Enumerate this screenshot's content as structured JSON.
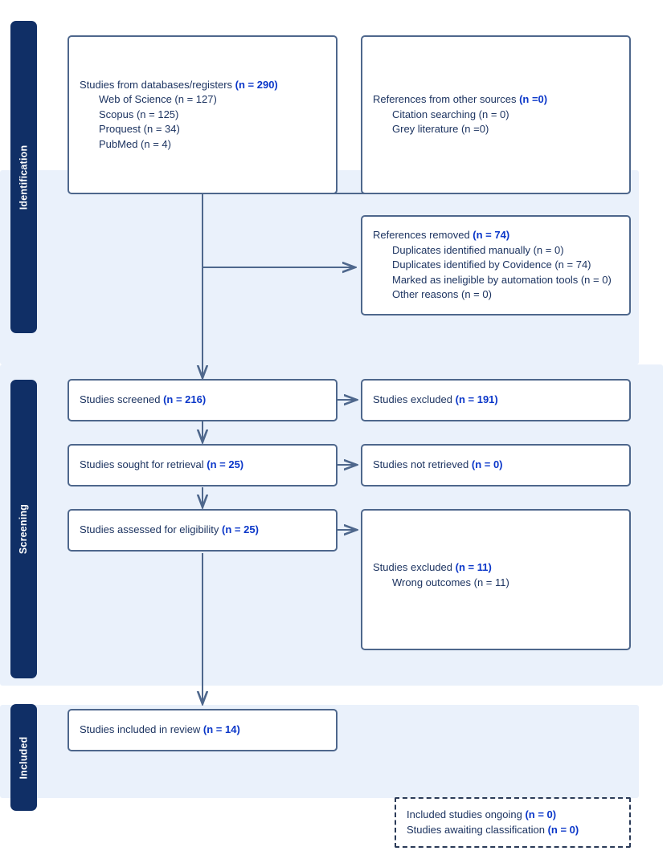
{
  "diagram": {
    "title": "PRISMA flow diagram",
    "colors": {
      "band": "#EAF1FB",
      "phase_bar": "#102F66",
      "box_border": "#4E678C",
      "text": "#1D3461",
      "count_accent": "#0B37C9",
      "connector": "#4E678C"
    }
  },
  "phases": [
    {
      "label": "Identification"
    },
    {
      "label": "Screening"
    },
    {
      "label": "Included"
    }
  ],
  "boxes": {
    "databases": {
      "heading_text": "Studies from databases/registers ",
      "heading_count": "(n = 290)",
      "items": [
        "Web of Science (n = 127)",
        "Scopus (n = 125)",
        "Proquest (n = 34)",
        "PubMed (n = 4)"
      ]
    },
    "other_sources": {
      "heading_text": "References from other sources ",
      "heading_count": "(n =0)",
      "items": [
        "Citation searching (n = 0)",
        "Grey literature (n =0)"
      ]
    },
    "references_removed": {
      "heading_text": "References removed ",
      "heading_count": "(n = 74)",
      "items": [
        "Duplicates identified manually (n = 0)",
        "Duplicates identified by Covidence (n = 74)",
        "Marked as ineligible by automation tools (n = 0)",
        "Other reasons (n = 0)"
      ]
    },
    "screened": {
      "heading_text": "Studies screened ",
      "heading_count": "(n = 216)",
      "items": []
    },
    "excluded_screened": {
      "heading_text": "Studies excluded ",
      "heading_count": "(n = 191)",
      "items": []
    },
    "sought_retrieval": {
      "heading_text": "Studies sought for retrieval ",
      "heading_count": "(n = 25)",
      "items": []
    },
    "not_retrieved": {
      "heading_text": "Studies not retrieved ",
      "heading_count": "(n = 0)",
      "items": []
    },
    "assessed_eligibility": {
      "heading_text": "Studies assessed for eligibility ",
      "heading_count": "(n = 25)",
      "items": []
    },
    "excluded_eligibility": {
      "heading_text": "Studies excluded ",
      "heading_count": "(n = 11)",
      "items": [
        "Wrong outcomes (n = 11)"
      ]
    },
    "included_review": {
      "heading_text": "Studies included in review ",
      "heading_count": "(n = 14)",
      "items": []
    },
    "ongoing": {
      "line1_text": "Included studies ongoing ",
      "line1_count": "(n = 0)",
      "line2_text": "Studies awaiting classification ",
      "line2_count": "(n = 0)"
    }
  }
}
